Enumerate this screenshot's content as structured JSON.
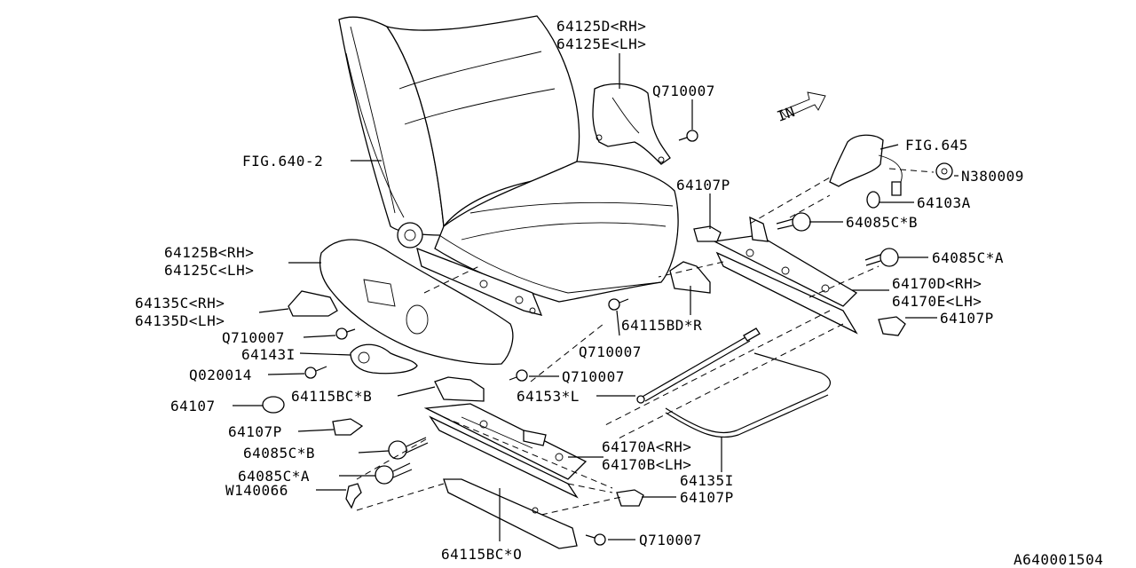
{
  "diagram": {
    "labels": {
      "l_64125D": "64125D<RH>",
      "l_64125E": "64125E<LH>",
      "l_Q710007_a": "Q710007",
      "l_FIG640": "FIG.640-2",
      "l_FIG645": "FIG.645",
      "l_N380009": "N380009",
      "l_64103A": "64103A",
      "l_64107P_a": "64107P",
      "l_64085CB_a": "64085C*B",
      "l_64085CA_a": "64085C*A",
      "l_64170D": "64170D<RH>",
      "l_64170E": "64170E<LH>",
      "l_64107P_b": "64107P",
      "l_64125B": "64125B<RH>",
      "l_64125C": "64125C<LH>",
      "l_64135C": "64135C<RH>",
      "l_64135D": "64135D<LH>",
      "l_Q710007_b": "Q710007",
      "l_64143I": "64143I",
      "l_Q020014": "Q020014",
      "l_64115BD": "64115BD*R",
      "l_Q710007_c": "Q710007",
      "l_Q710007_d": "Q710007",
      "l_64115BCB": "64115BC*B",
      "l_64153L": "64153*L",
      "l_64107": "64107",
      "l_64107P_c": "64107P",
      "l_64085CB_b": "64085C*B",
      "l_64085CA_b": "64085C*A",
      "l_W140066": "W140066",
      "l_64170A": "64170A<RH>",
      "l_64170B": "64170B<LH>",
      "l_64135I": "64135I",
      "l_64107P_d": "64107P",
      "l_Q710007_e": "Q710007",
      "l_64115BCO": "64115BC*O",
      "l_code": "A640001504",
      "l_in": "IN"
    }
  }
}
